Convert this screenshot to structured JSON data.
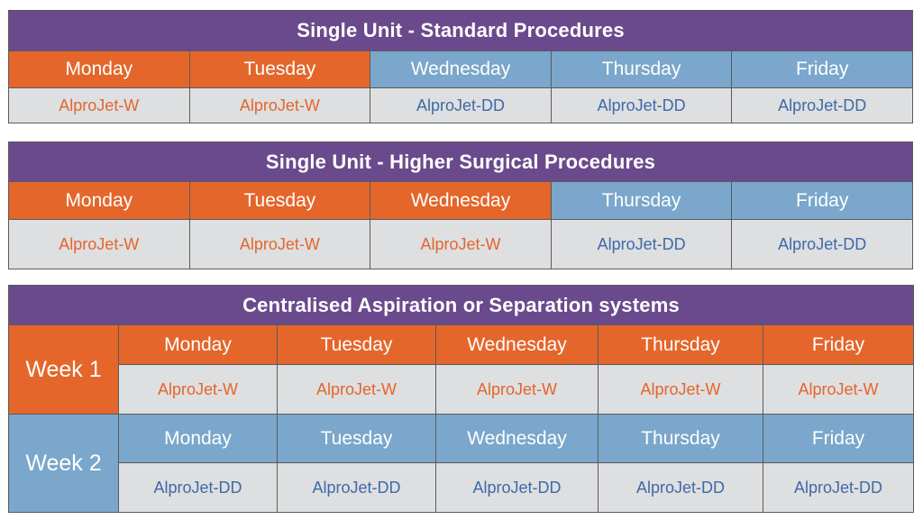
{
  "colors": {
    "header_purple": "#6a4a8c",
    "orange": "#e4662b",
    "blue": "#7aa7cb",
    "text_blue": "#3f6aa6",
    "cell_grey": "#dedfe1"
  },
  "table1": {
    "title": "Single Unit - Standard Procedures",
    "days": [
      {
        "label": "Monday",
        "theme": "orange"
      },
      {
        "label": "Tuesday",
        "theme": "orange"
      },
      {
        "label": "Wednesday",
        "theme": "blue"
      },
      {
        "label": "Thursday",
        "theme": "blue"
      },
      {
        "label": "Friday",
        "theme": "blue"
      }
    ],
    "products": [
      {
        "label": "AlproJet-W",
        "theme": "orange"
      },
      {
        "label": "AlproJet-W",
        "theme": "orange"
      },
      {
        "label": "AlproJet-DD",
        "theme": "blue"
      },
      {
        "label": "AlproJet-DD",
        "theme": "blue"
      },
      {
        "label": "AlproJet-DD",
        "theme": "blue"
      }
    ]
  },
  "table2": {
    "title": "Single Unit - Higher Surgical Procedures",
    "days": [
      {
        "label": "Monday",
        "theme": "orange"
      },
      {
        "label": "Tuesday",
        "theme": "orange"
      },
      {
        "label": "Wednesday",
        "theme": "orange"
      },
      {
        "label": "Thursday",
        "theme": "blue"
      },
      {
        "label": "Friday",
        "theme": "blue"
      }
    ],
    "products": [
      {
        "label": "AlproJet-W",
        "theme": "orange"
      },
      {
        "label": "AlproJet-W",
        "theme": "orange"
      },
      {
        "label": "AlproJet-W",
        "theme": "orange"
      },
      {
        "label": "AlproJet-DD",
        "theme": "blue"
      },
      {
        "label": "AlproJet-DD",
        "theme": "blue"
      }
    ]
  },
  "table3": {
    "title": "Centralised Aspiration or Separation systems",
    "weeks": [
      {
        "label": "Week 1",
        "theme": "orange",
        "days": [
          "Monday",
          "Tuesday",
          "Wednesday",
          "Thursday",
          "Friday"
        ],
        "products": [
          "AlproJet-W",
          "AlproJet-W",
          "AlproJet-W",
          "AlproJet-W",
          "AlproJet-W"
        ]
      },
      {
        "label": "Week 2",
        "theme": "blue",
        "days": [
          "Monday",
          "Tuesday",
          "Wednesday",
          "Thursday",
          "Friday"
        ],
        "products": [
          "AlproJet-DD",
          "AlproJet-DD",
          "AlproJet-DD",
          "AlproJet-DD",
          "AlproJet-DD"
        ]
      }
    ]
  }
}
